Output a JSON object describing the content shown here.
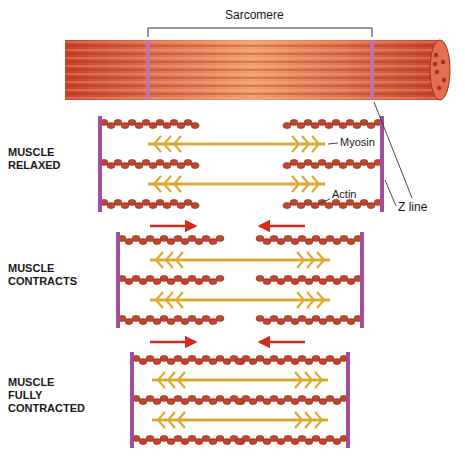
{
  "diagram": {
    "labels": [
      "Sarcomere",
      "Z line",
      "Myosin",
      "Actin",
      "MUSCLE RELAXED",
      "MUSCLE CONTRACTS",
      "MUSCLE FULLY CONTRACTED"
    ]
  }
}
